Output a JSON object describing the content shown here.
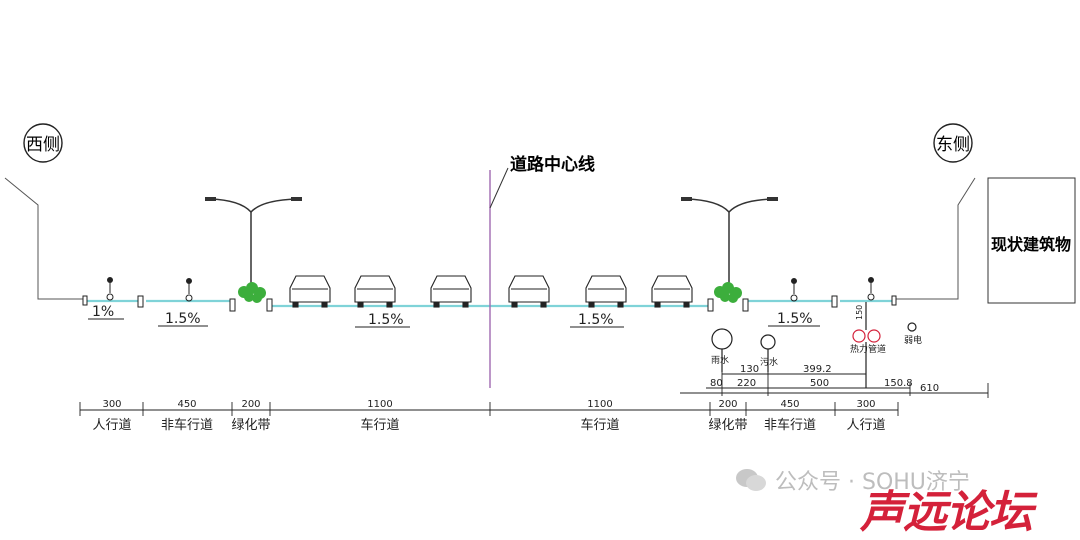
{
  "labels": {
    "west_side": "西侧",
    "east_side": "东侧",
    "centerline": "道路中心线",
    "existing_building": "现状建筑物",
    "utilities": {
      "storm": "雨水",
      "sewage": "污水",
      "heat": "热力管道",
      "telecom": "弱电",
      "heat_vertical": "150"
    }
  },
  "slopes": {
    "west_sidewalk": "1%",
    "west_bike": "1.5%",
    "west_lane": "1.5%",
    "east_lane": "1.5%",
    "east_bike": "1.5%"
  },
  "utility_dims": {
    "d80": "80",
    "d130": "130",
    "d220": "220",
    "d399": "399.2",
    "d500": "500",
    "d150": "150.8",
    "d610": "610"
  },
  "segments": [
    {
      "width": "300",
      "name": "人行道"
    },
    {
      "width": "450",
      "name": "非车行道"
    },
    {
      "width": "200",
      "name": "绿化带"
    },
    {
      "width": "1100",
      "name": "车行道"
    },
    {
      "width": "1100",
      "name": "车行道"
    },
    {
      "width": "200",
      "name": "绿化带"
    },
    {
      "width": "450",
      "name": "非车行道"
    },
    {
      "width": "300",
      "name": "人行道"
    }
  ],
  "watermark": {
    "text": "公众号 · SOHU济宁",
    "brand": "声远论坛"
  },
  "colors": {
    "road_surface": "#7fd3d8",
    "centerline": "#a06ab0",
    "trees": "#3cae3c",
    "brand": "#d4213a"
  }
}
